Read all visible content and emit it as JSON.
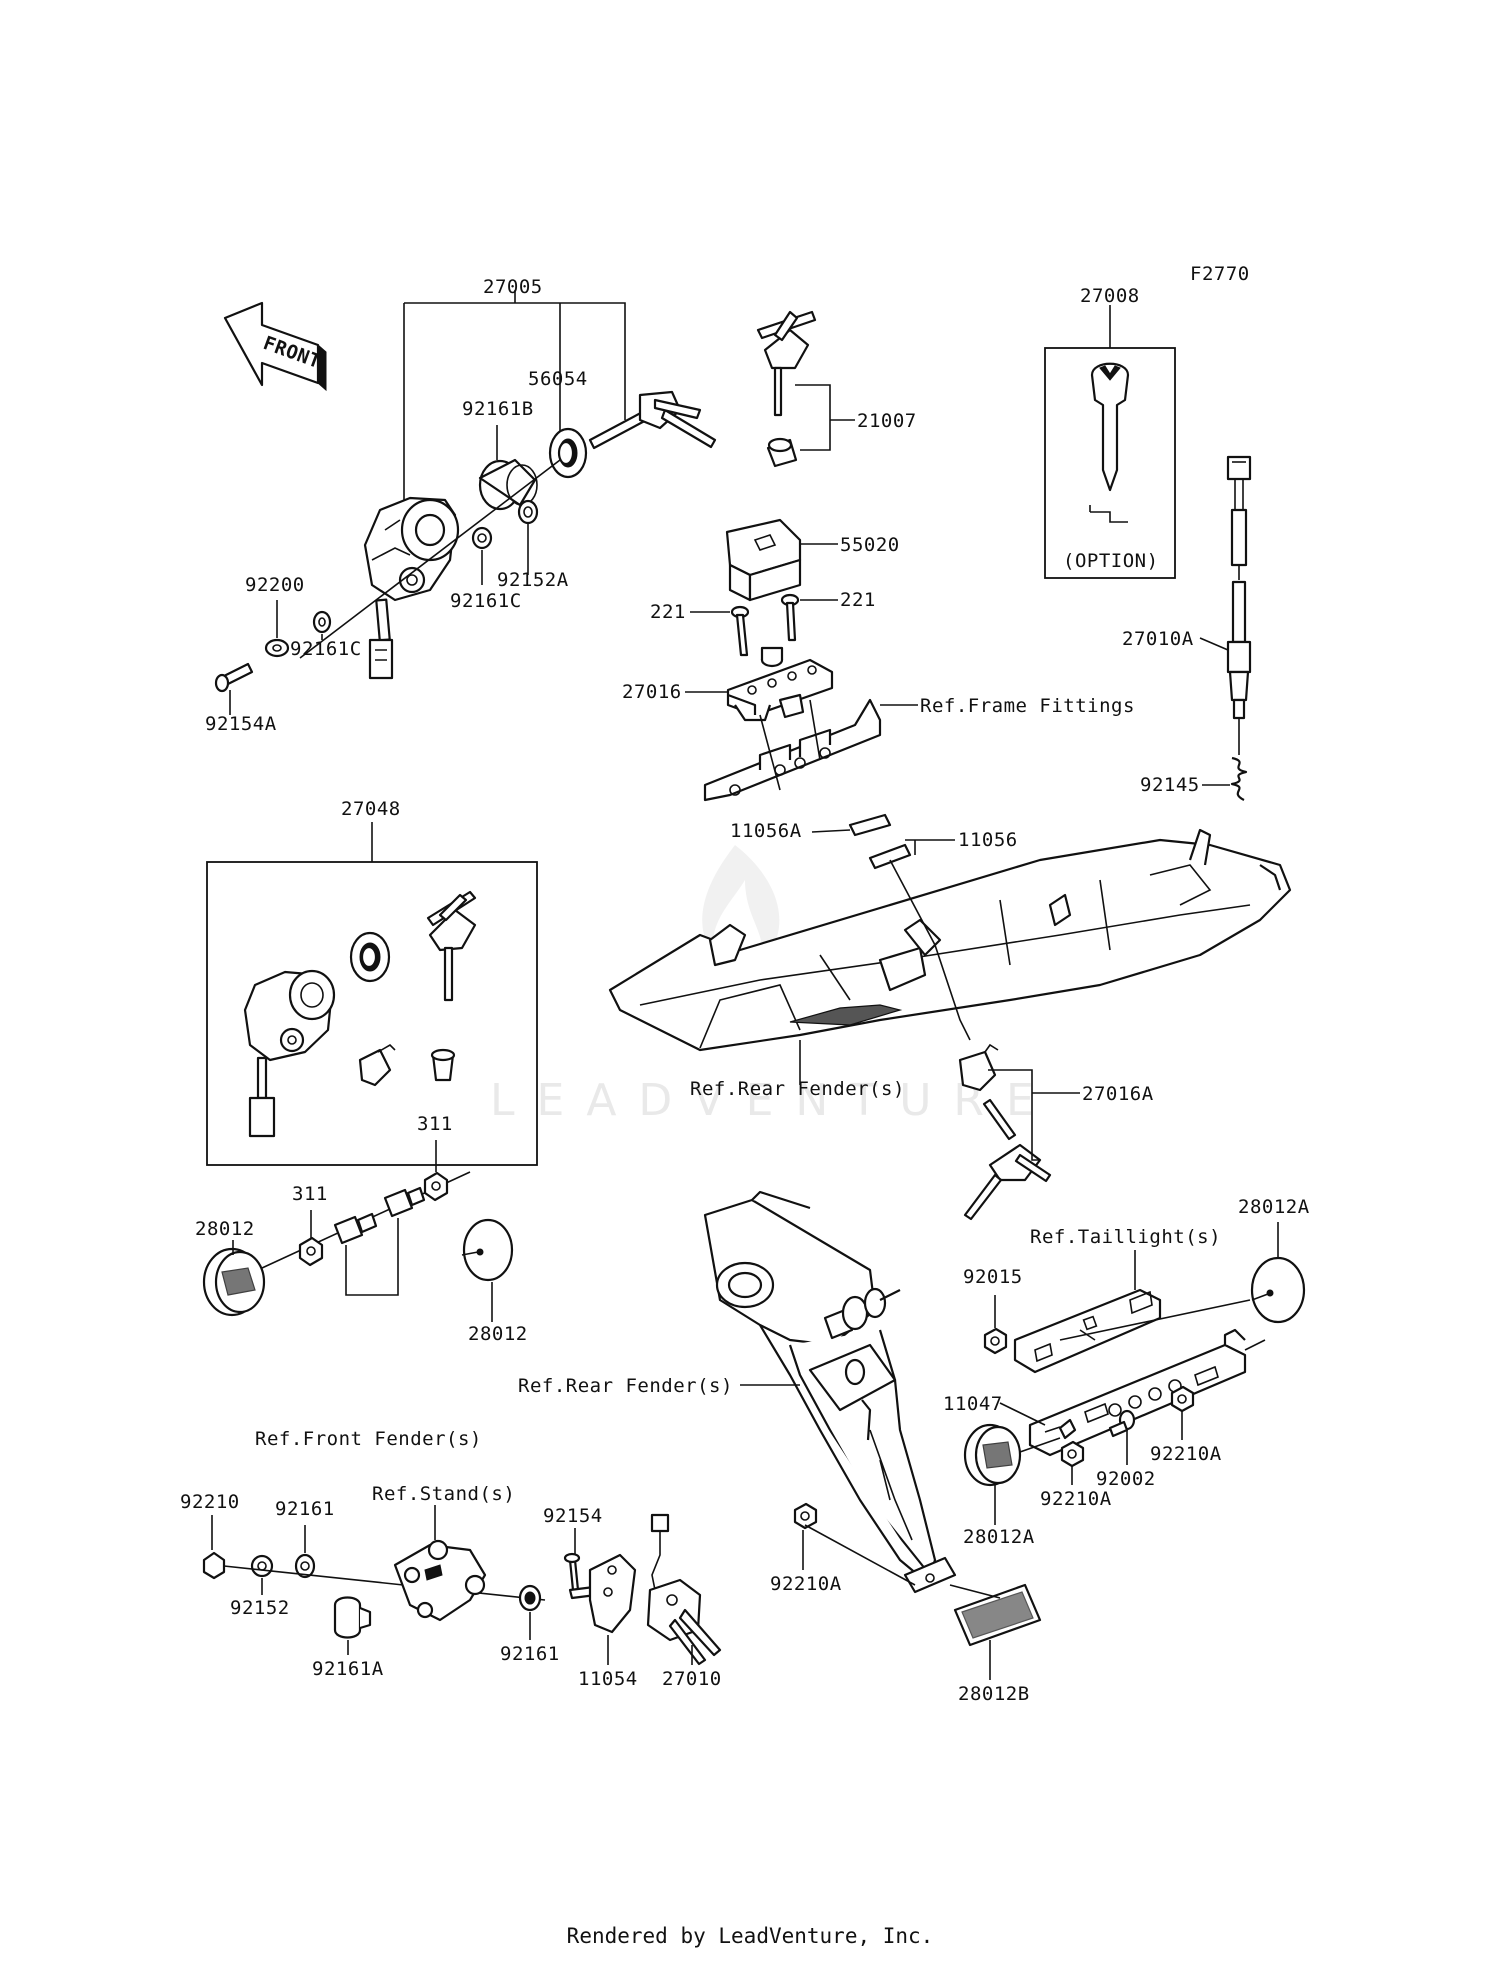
{
  "diagram_code": "F2770",
  "front_arrow": "FRONT",
  "watermark": "LEADVENTURE",
  "footer": "Rendered by LeadVenture, Inc.",
  "labels": {
    "p27005": "27005",
    "p56054": "56054",
    "p92161B": "92161B",
    "p92152A": "92152A",
    "p92161C_a": "92161C",
    "p92161C_b": "92161C",
    "p92200": "92200",
    "p92154A": "92154A",
    "p21007": "21007",
    "p55020": "55020",
    "p221_a": "221",
    "p221_b": "221",
    "p27016": "27016",
    "ref_frame": "Ref.Frame Fittings",
    "p27008": "27008",
    "option": "(OPTION)",
    "p27010A": "27010A",
    "p92145": "92145",
    "p27048": "27048",
    "p11056A": "11056A",
    "p11056": "11056",
    "ref_rear_fender_1": "Ref.Rear Fender(s)",
    "p27016A": "27016A",
    "p311_a": "311",
    "p311_b": "311",
    "p28012_a": "28012",
    "p28012_b": "28012",
    "ref_front_fender": "Ref.Front Fender(s)",
    "ref_rear_fender_2": "Ref.Rear Fender(s)",
    "ref_taillight": "Ref.Taillight(s)",
    "p28012A_a": "28012A",
    "p92015": "92015",
    "p11047": "11047",
    "p92002": "92002",
    "p92210A_a": "92210A",
    "p92210A_b": "92210A",
    "p28012A_b": "28012A",
    "p92210A_c": "92210A",
    "p28012B": "28012B",
    "p92210": "92210",
    "p92161_a": "92161",
    "ref_stand": "Ref.Stand(s)",
    "p92154": "92154",
    "p92152": "92152",
    "p92161A": "92161A",
    "p92161_b": "92161",
    "p11054": "11054",
    "p27010": "27010"
  }
}
